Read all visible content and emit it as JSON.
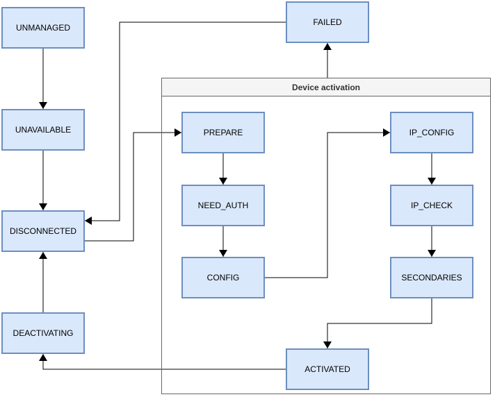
{
  "diagram": {
    "container": {
      "title": "Device activation"
    },
    "nodes": {
      "unmanaged": {
        "label": "UNMANAGED"
      },
      "unavailable": {
        "label": "UNAVAILABLE"
      },
      "disconnected": {
        "label": "DISCONNECTED"
      },
      "deactivating": {
        "label": "DEACTIVATING"
      },
      "failed": {
        "label": "FAILED"
      },
      "prepare": {
        "label": "PREPARE"
      },
      "need_auth": {
        "label": "NEED_AUTH"
      },
      "config": {
        "label": "CONFIG"
      },
      "ip_config": {
        "label": "IP_CONFIG"
      },
      "ip_check": {
        "label": "IP_CHECK"
      },
      "secondaries": {
        "label": "SECONDARIES"
      },
      "activated": {
        "label": "ACTIVATED"
      }
    },
    "edges": [
      {
        "from": "unmanaged",
        "to": "unavailable"
      },
      {
        "from": "unavailable",
        "to": "disconnected"
      },
      {
        "from": "deactivating",
        "to": "disconnected"
      },
      {
        "from": "activated",
        "to": "deactivating"
      },
      {
        "from": "failed",
        "to": "disconnected"
      },
      {
        "from": "disconnected",
        "to": "prepare"
      },
      {
        "from": "prepare",
        "to": "need_auth"
      },
      {
        "from": "need_auth",
        "to": "config"
      },
      {
        "from": "config",
        "to": "ip_config"
      },
      {
        "from": "ip_config",
        "to": "ip_check"
      },
      {
        "from": "ip_check",
        "to": "secondaries"
      },
      {
        "from": "secondaries",
        "to": "activated"
      },
      {
        "from": "device_activation_container",
        "to": "failed"
      }
    ],
    "colors": {
      "node_fill": "#dae8fc",
      "node_stroke": "#6c8ebf",
      "container_stroke": "#666666",
      "container_header_fill": "#f5f5f5",
      "edge": "#000000"
    }
  }
}
